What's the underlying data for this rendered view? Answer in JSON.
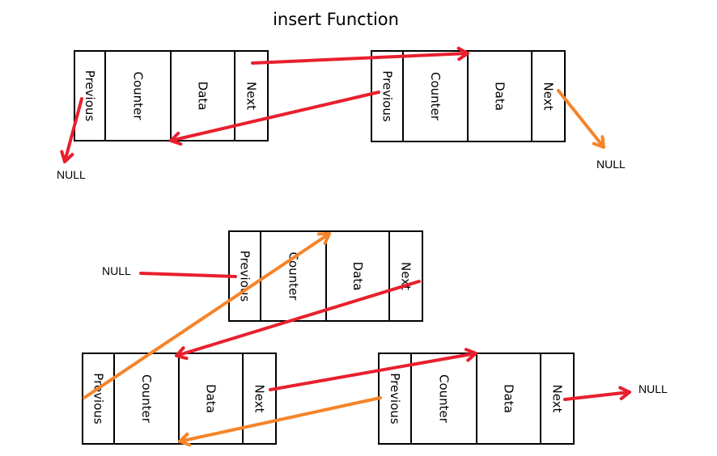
{
  "title": "insert Function",
  "field_labels": [
    "Previous",
    "Counter",
    "Data",
    "Next"
  ],
  "null_label": "NULL",
  "colors": {
    "red": "#e8202e",
    "orange": "#f5842a",
    "outline": "#000000"
  }
}
